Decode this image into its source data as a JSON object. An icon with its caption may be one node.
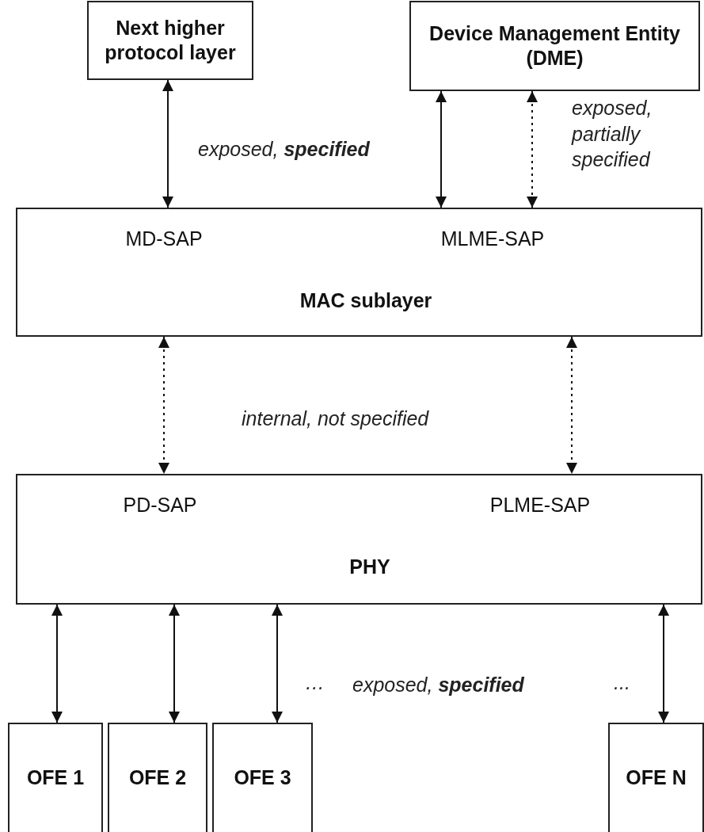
{
  "diagram": {
    "nodes": [
      {
        "text": [
          "Next higher protocol layer"
        ]
      },
      {
        "text": [
          "Device Management Entity (DME)"
        ]
      },
      {
        "text": [
          "MD-SAP",
          "MLME-SAP",
          "MAC sublayer"
        ]
      },
      {
        "text": [
          "PD-SAP",
          "PLME-SAP",
          "PHY"
        ]
      },
      {
        "text": [
          "OFE 1"
        ]
      },
      {
        "text": [
          "OFE 2"
        ]
      },
      {
        "text": [
          "OFE 3"
        ]
      },
      {
        "text": [
          "OFE N"
        ]
      }
    ],
    "edges": [
      {
        "from": 0,
        "to": 2,
        "arrow": "both"
      },
      {
        "from": 1,
        "to": 2,
        "arrow": "both"
      },
      {
        "from": 1,
        "to": 2,
        "arrow": "both",
        "style": "dashed"
      },
      {
        "from": 2,
        "to": 3,
        "arrow": "both",
        "style": "dashed"
      },
      {
        "from": 2,
        "to": 3,
        "arrow": "both",
        "style": "dashed"
      },
      {
        "from": 3,
        "to": 4,
        "arrow": "both"
      },
      {
        "from": 3,
        "to": 5,
        "arrow": "both"
      },
      {
        "from": 3,
        "to": 6,
        "arrow": "both"
      },
      {
        "from": 3,
        "to": 7,
        "arrow": "both"
      }
    ],
    "labels": [
      "exposed, **specified**",
      "exposed, partially specified",
      "internal, not specified",
      "…",
      "exposed, **specified**",
      "..."
    ]
  }
}
